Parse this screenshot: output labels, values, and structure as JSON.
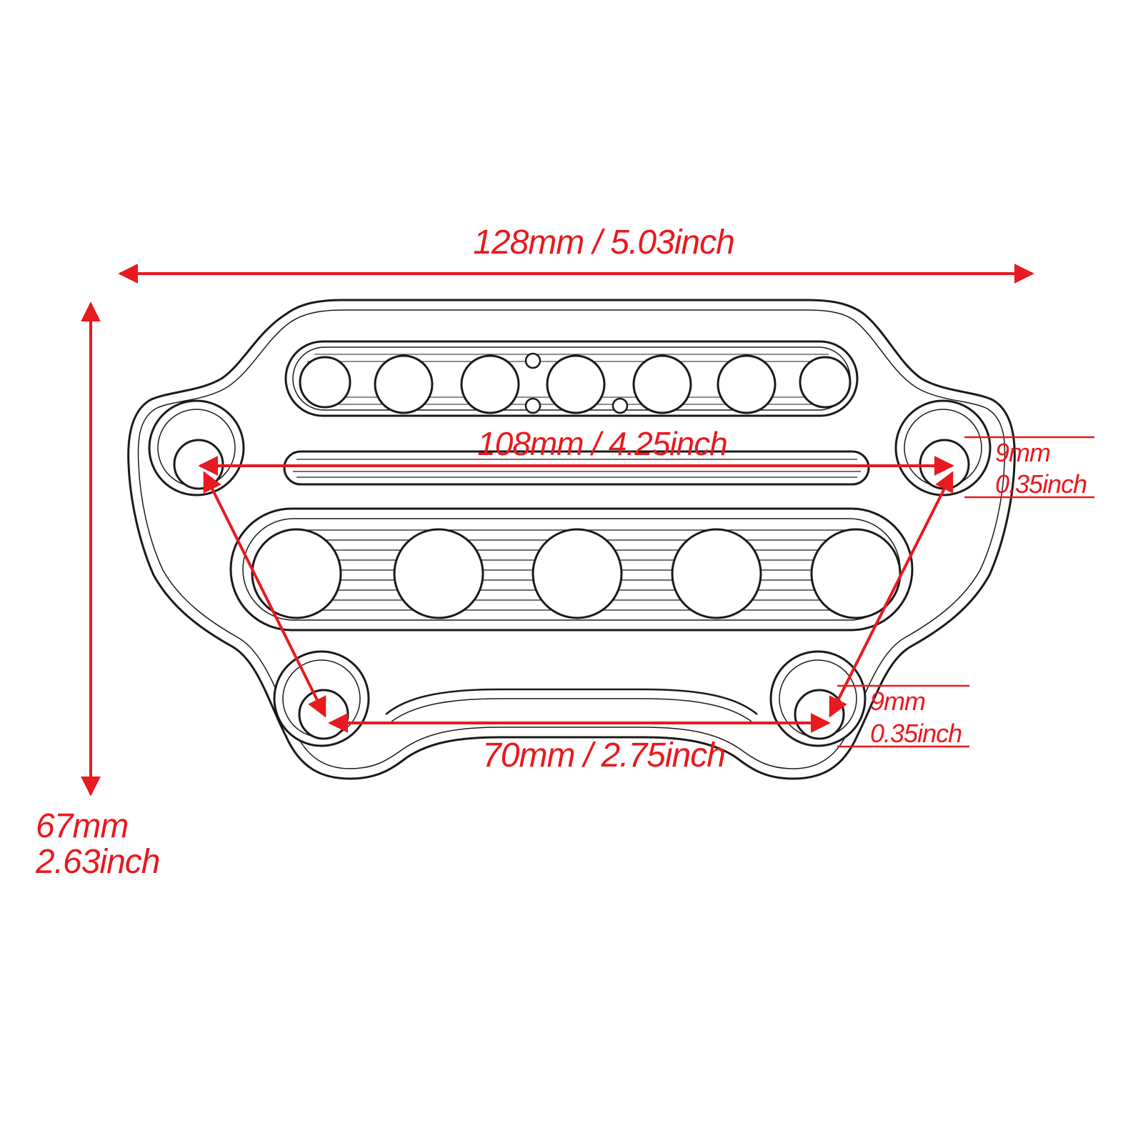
{
  "colors": {
    "dimension": "#e8191f",
    "outline": "#1a1a1a",
    "part_fill": "#ffffff"
  },
  "dimensions": {
    "overall_width": "128mm / 5.03inch",
    "overall_height_mm": "67mm",
    "overall_height_inch": "2.63inch",
    "upper_hole_spacing": "108mm / 4.25inch",
    "lower_hole_spacing": "70mm / 2.75inch",
    "upper_hole_diameter_mm": "9mm",
    "upper_hole_diameter_inch": "0.35inch",
    "lower_hole_diameter_mm": "9mm",
    "lower_hole_diameter_inch": "0.35inch"
  }
}
